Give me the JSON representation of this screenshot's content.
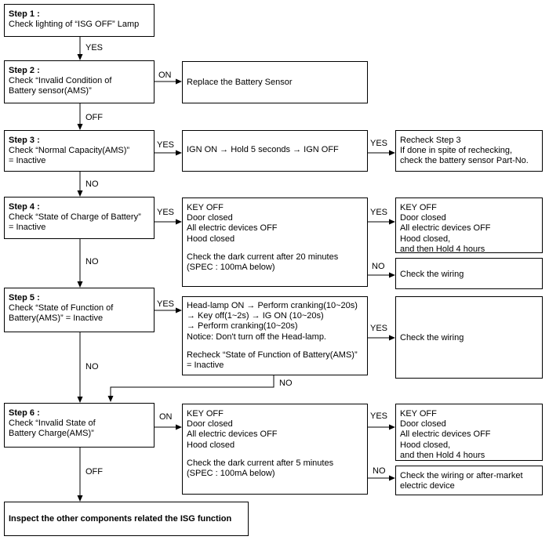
{
  "steps": [
    {
      "title": "Step 1 :",
      "lines": [
        "Check lighting of “ISG OFF” Lamp"
      ]
    },
    {
      "title": "Step 2 :",
      "lines": [
        "Check “Invalid Condition of",
        "Battery sensor(AMS)”"
      ]
    },
    {
      "title": "Step 3 :",
      "lines": [
        "Check “Normal Capacity(AMS)”",
        "= Inactive"
      ]
    },
    {
      "title": "Step 4 :",
      "lines": [
        "Check “State of Charge of Battery”",
        "= Inactive"
      ]
    },
    {
      "title": "Step 5 :",
      "lines": [
        "Check “State of Function of",
        "Battery(AMS)” = Inactive"
      ]
    },
    {
      "title": "Step 6 :",
      "lines": [
        "Check “Invalid State of",
        "Battery Charge(AMS)”"
      ]
    }
  ],
  "final_box": {
    "text": "Inspect the other components related the ISG function"
  },
  "action_boxes": {
    "step2_on": [
      "Replace the Battery Sensor"
    ],
    "step3_yes": [
      "IGN ON → Hold 5 seconds → IGN OFF"
    ],
    "step3_recheck": [
      "Recheck Step 3",
      "If done in spite of rechecking,",
      "check the battery sensor Part-No."
    ],
    "step4_yes": [
      "KEY OFF",
      "Door closed",
      "All electric devices OFF",
      "Hood closed",
      "",
      "Check the dark current after 20 minutes",
      "(SPEC : 100mA below)"
    ],
    "step4_yes_yes": [
      "KEY OFF",
      "Door closed",
      "All electric devices OFF",
      "Hood closed,",
      "and then Hold 4 hours"
    ],
    "step4_no": [
      "Check the wiring"
    ],
    "step5_yes": [
      "Head-lamp ON → Perform cranking(10~20s)",
      "→ Key off(1~2s) → IG ON (10~20s)",
      "→ Perform cranking(10~20s)",
      "Notice: Don't turn off the Head-lamp.",
      "",
      "Recheck “State of Function of Battery(AMS)”",
      "= Inactive"
    ],
    "step5_yes_yes": [
      "Check the wiring"
    ],
    "step6_on": [
      "KEY OFF",
      "Door closed",
      "All electric devices OFF",
      "Hood closed",
      "",
      "Check the dark current after 5 minutes",
      "(SPEC : 100mA below)"
    ],
    "step6_on_yes": [
      "KEY OFF",
      "Door closed",
      "All electric devices OFF",
      "Hood closed,",
      "and then Hold 4 hours"
    ],
    "step6_on_no": [
      "Check the wiring or after-market",
      "electric device"
    ]
  },
  "edge_labels": {
    "s1_yes": "YES",
    "s2_on": "ON",
    "s2_off": "OFF",
    "s3_yes": "YES",
    "s3_yes2": "YES",
    "s3_no": "NO",
    "s4_yes": "YES",
    "s4_yes2": "YES",
    "s4_no2": "NO",
    "s4_no": "NO",
    "s5_yes": "YES",
    "s5_yes2": "YES",
    "s5_no": "NO",
    "s5_no2": "NO",
    "s6_on": "ON",
    "s6_yes": "YES",
    "s6_no": "NO",
    "s6_off": "OFF"
  }
}
